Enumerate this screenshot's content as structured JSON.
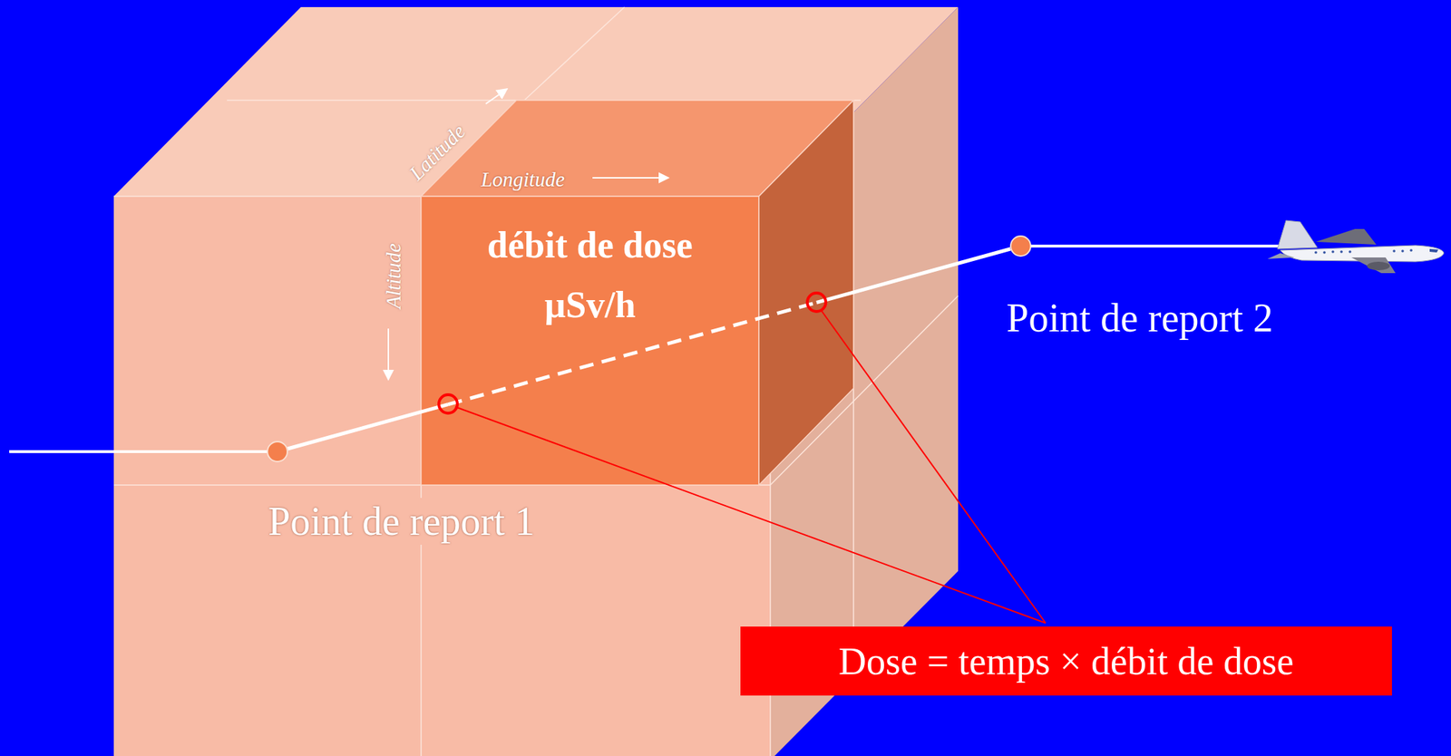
{
  "diagram": {
    "nodes": [
      {
        "text": [
          "débit de dose µSv/h"
        ]
      },
      {
        "text": [
          "Point de report 1"
        ]
      },
      {
        "text": [
          "Point de report 2"
        ]
      },
      {
        "text": [
          "Dose = temps × débit de dose"
        ]
      }
    ],
    "edges": [
      {
        "from": 1,
        "to": 2,
        "arrow": "none"
      }
    ],
    "labels": [
      "Latitude",
      "Longitude",
      "Altitude"
    ]
  }
}
